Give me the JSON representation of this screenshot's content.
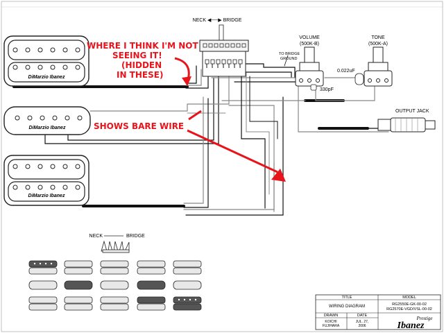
{
  "labels": {
    "neck_bridge_top": "NECK ◀──▶ BRIDGE",
    "neck": "NECK",
    "bridge": "BRIDGE",
    "volume": "VOLUME",
    "volume_spec": "(500K-B)",
    "tone": "TONE",
    "tone_spec": "(500K-A)",
    "to_bridge_ground_1": "TO BRIDGE",
    "to_bridge_ground_2": "GROUND",
    "cap_tone": "0.022uF",
    "cap_vol": "330pF",
    "output_jack": "OUTPUT JACK",
    "pickup_brand": "DiMarzio Ibanez",
    "selector_neck": "NECK",
    "selector_bridge": "BRIDGE"
  },
  "annotations": {
    "line1": "WHERE I THINK I'M NOT",
    "line2": "SEEING IT!",
    "line3": "(HIDDEN",
    "line4": "IN THESE)",
    "bare_wire": "SHOWS BARE WIRE"
  },
  "title_block": {
    "title_header": "TITLE",
    "model_header": "MODEL",
    "title_value": "WIRING DIAGRAM",
    "model_1": "RG2550E-GK-00-02",
    "model_2": "RG2570E-VGD/VSL-00-02",
    "drawn_header": "DRAWN",
    "date_header": "DATE",
    "drawn_1": "KOICHI",
    "drawn_2": "FUJIHARA",
    "date_1": "JUL. 27,",
    "date_2": "2006",
    "brand_script": "Prestige",
    "brand": "Ibanez"
  },
  "colors": {
    "annotation_red": "#e8141b",
    "wire_black": "#111111",
    "wire_gray": "#888888",
    "coil_dark": "#555555",
    "coil_light": "#e8e8e8"
  }
}
